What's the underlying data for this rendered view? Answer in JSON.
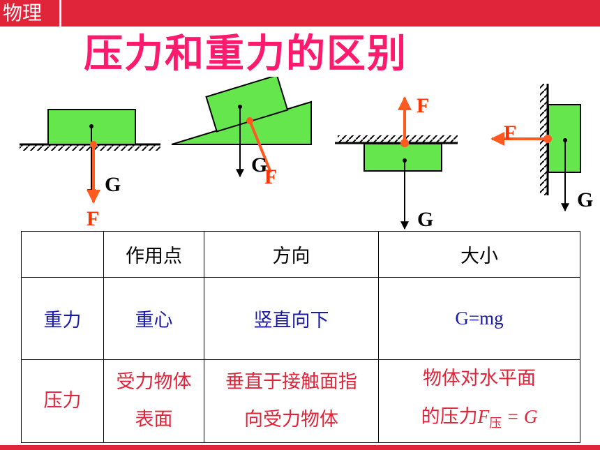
{
  "header": {
    "subject": "物理"
  },
  "title": "压力和重力的区别",
  "diagrams": {
    "fig1": {
      "label_g": "G",
      "label_f": "F"
    },
    "fig2": {
      "label_g": "G",
      "label_f": "F"
    },
    "fig3": {
      "label_f": "F",
      "label_g": "G"
    },
    "fig4": {
      "label_f": "F",
      "label_g": "G"
    }
  },
  "colors": {
    "block_fill": "#66e64d",
    "arrow_pressure": "#ff5a1f",
    "label_pressure": "#ff3300",
    "accent_red": "#e0243a",
    "title_pink": "#ff1a6e",
    "text_blue": "#1a1aa6"
  },
  "table": {
    "headers": [
      "",
      "作用点",
      "方向",
      "大小"
    ],
    "gravity": {
      "name": "重力",
      "point": "重心",
      "direction": "竖直向下",
      "magnitude": "G=mg"
    },
    "pressure": {
      "name": "压力",
      "point_line1": "受力物体",
      "point_line2": "表面",
      "direction_line1": "垂直于接触面指",
      "direction_line2": "向受力物体",
      "magnitude_line1": "物体对水平面",
      "magnitude_prefix": "的压力",
      "magnitude_f": "F",
      "magnitude_sub": "压",
      "magnitude_eq": " = G"
    }
  }
}
